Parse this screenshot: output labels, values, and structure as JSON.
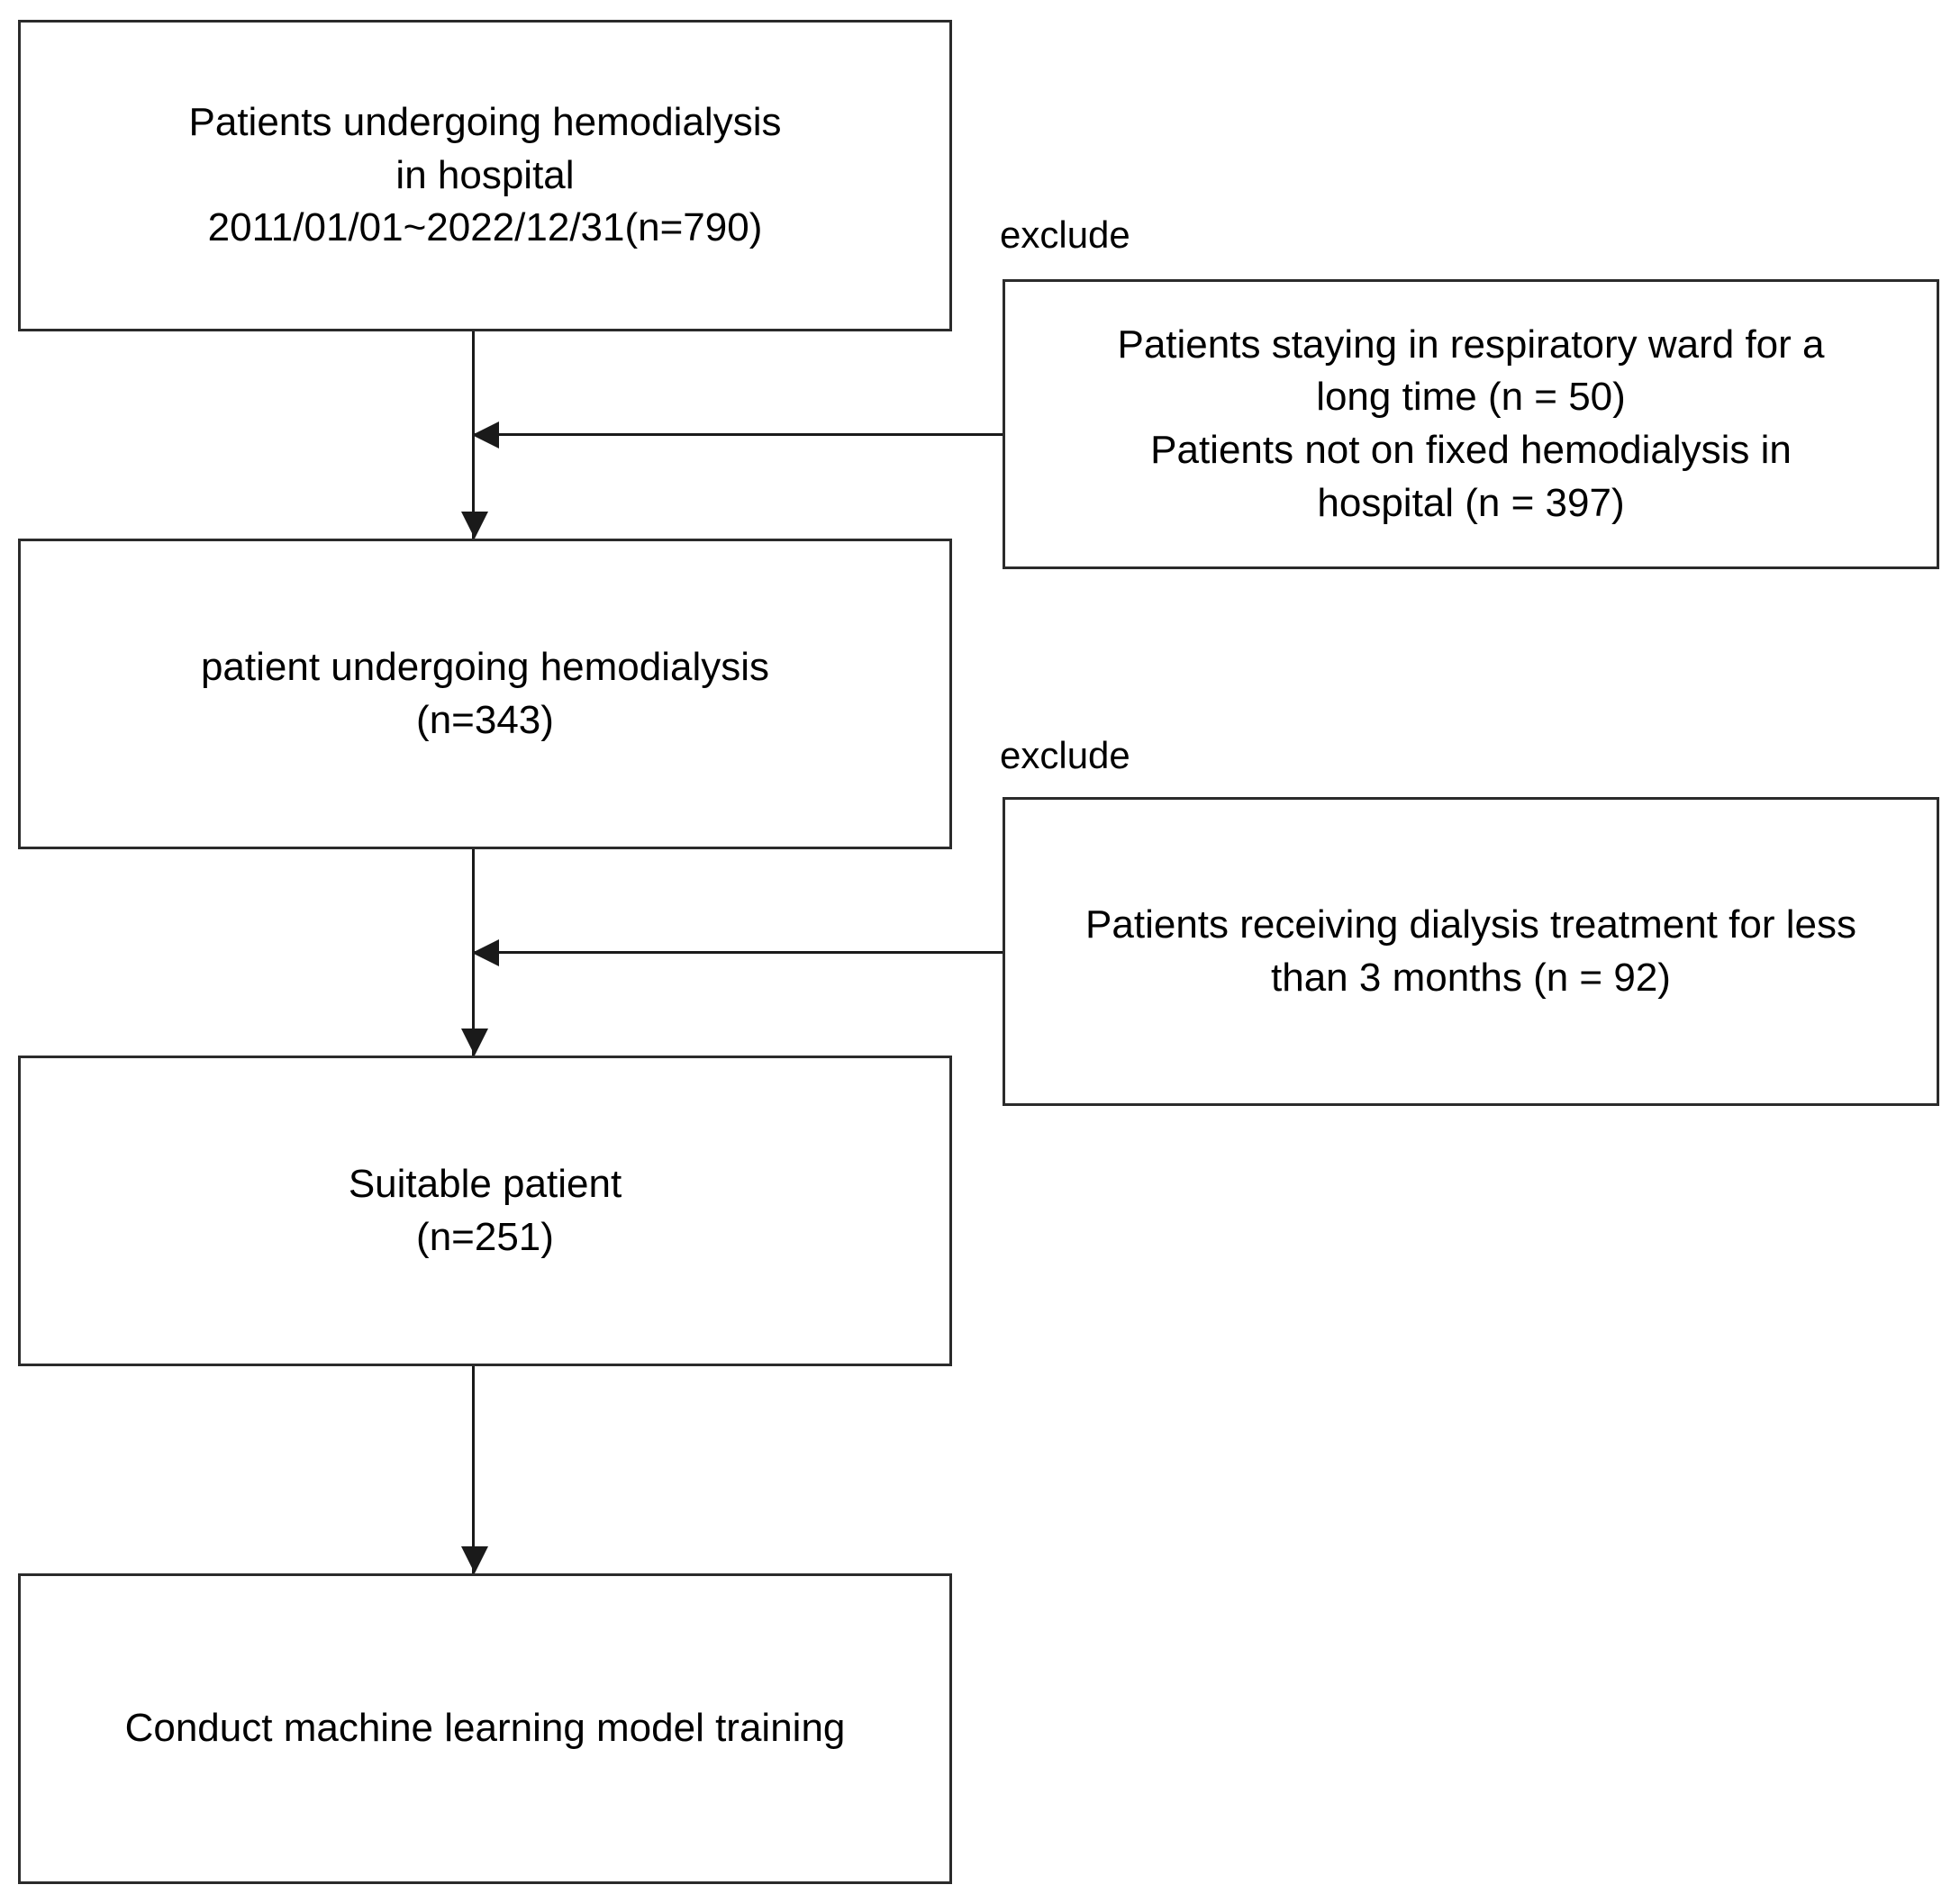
{
  "figure": {
    "type": "flowchart",
    "orientation": "top-to-bottom",
    "accent_color": "#000000",
    "box_border_color": "#2b2b2b",
    "background_color": "#ffffff"
  },
  "nodes": [
    {
      "id": "source",
      "text": "Patients undergoing hemodialysis\nin hospital\n2011/01/01~2022/12/31(n=790)",
      "count": 790,
      "date_range": "2011/01/01~2022/12/31"
    },
    {
      "id": "eligible",
      "text": "patient undergoing hemodialysis\n(n=343)",
      "count": 343
    },
    {
      "id": "suitable",
      "text": "Suitable patient\n(n=251)",
      "count": 251
    },
    {
      "id": "training",
      "text": "Conduct machine learning model training",
      "count": null
    }
  ],
  "exclusions": [
    {
      "id": "exclude-1",
      "label": "exclude",
      "text": "Patients staying in respiratory ward for a\nlong time (n = 50)\nPatients not on fixed hemodialysis in\nhospital (n = 397)",
      "reasons": [
        {
          "reason": "Patients staying in respiratory ward for a long time",
          "n": 50
        },
        {
          "reason": "Patients not on fixed hemodialysis in hospital",
          "n": 397
        }
      ]
    },
    {
      "id": "exclude-2",
      "label": "exclude",
      "text": "Patients receiving dialysis treatment for less\nthan 3 months (n = 92)",
      "reasons": [
        {
          "reason": "Patients receiving dialysis treatment for less than 3 months",
          "n": 92
        }
      ]
    }
  ]
}
